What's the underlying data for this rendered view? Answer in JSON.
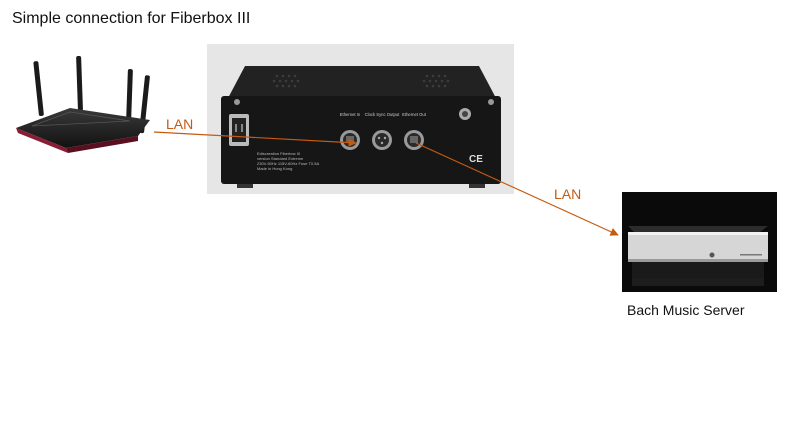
{
  "diagram": {
    "title": "Simple connection for Fiberbox III",
    "link_label_1": "LAN",
    "link_label_2": "LAN",
    "server_caption": "Bach Music Server",
    "accent_color": "#c55a11"
  },
  "device": {
    "ports": {
      "ethernet_in": "Ethernet In",
      "clock_sync": "Clock Sync Output",
      "ethernet_out": "Ethernet Out"
    },
    "model_lines": [
      "Ediscreation Fiberbox III",
      "version Standard Extreme",
      "230V-50Hz 115V-60Hz Fuse T0.5A",
      "Made in Hong Kong"
    ]
  }
}
